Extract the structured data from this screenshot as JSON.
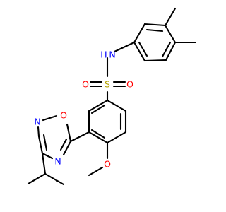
{
  "molecule": {
    "atoms": {
      "N_amide": {
        "text": "N",
        "color": "#0000ff"
      },
      "H_amide": {
        "text": "H",
        "color": "#0000ff"
      },
      "S": {
        "text": "S",
        "color": "#b3a100"
      },
      "O_s_left": {
        "text": "O",
        "color": "#ff0000"
      },
      "O_s_right": {
        "text": "O",
        "color": "#ff0000"
      },
      "O_methoxy": {
        "text": "O",
        "color": "#ff0000"
      },
      "O_ring": {
        "text": "O",
        "color": "#ff0000"
      },
      "N_ring_left": {
        "text": "N",
        "color": "#0000ff"
      },
      "N_ring_bottom": {
        "text": "N",
        "color": "#0000ff"
      }
    },
    "colors": {
      "bond": "#000000",
      "nitrogen": "#0000ff",
      "oxygen": "#ff0000",
      "sulfur": "#b3a100"
    }
  }
}
